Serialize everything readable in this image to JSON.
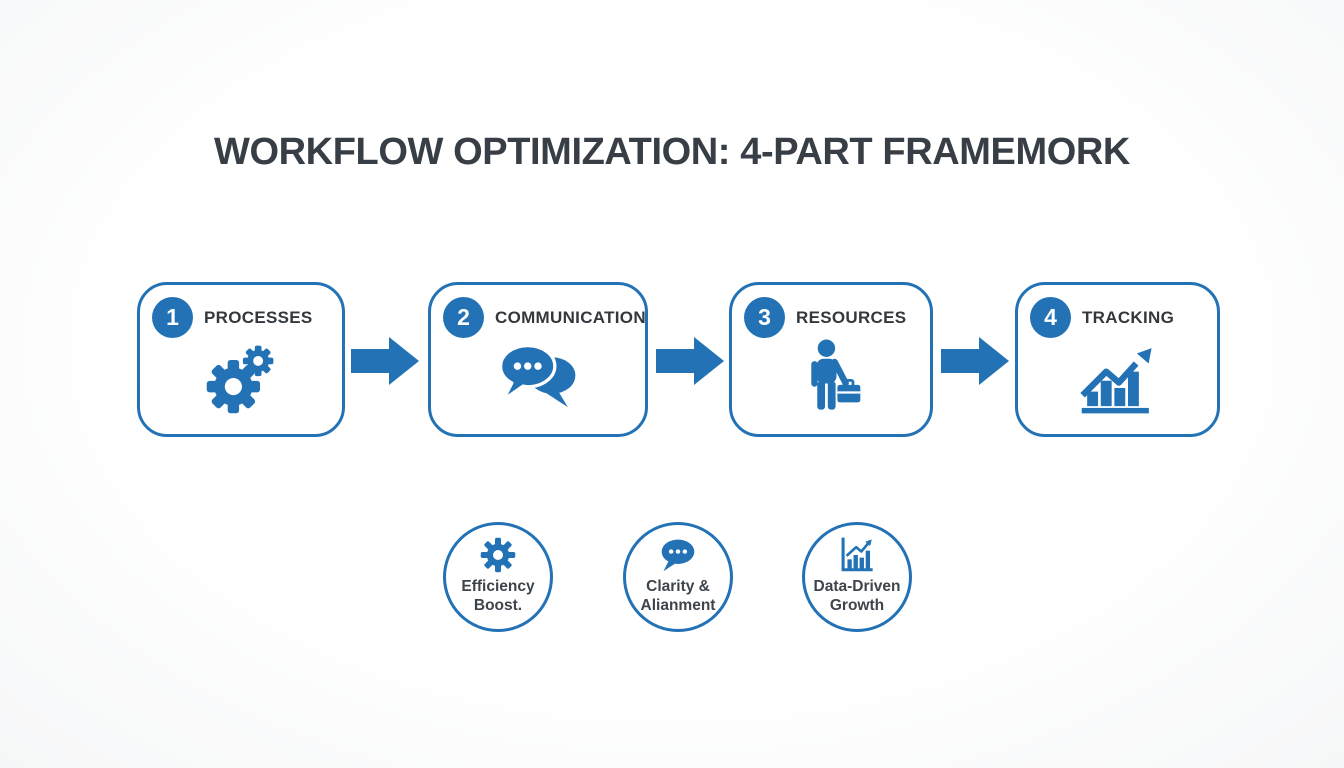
{
  "title": "WORKFLOW OPTIMIZATION: 4-PART FRAMEMORK",
  "colors": {
    "accent": "#2272b5",
    "title_text": "#383e45",
    "label_text": "#33383d",
    "circle_text": "#3e444b",
    "background": "#ffffff"
  },
  "steps": [
    {
      "number": "1",
      "label": "PROCESSES",
      "icon": "gears-icon"
    },
    {
      "number": "2",
      "label": "COMMUNICATION",
      "icon": "chat-bubbles-icon"
    },
    {
      "number": "3",
      "label": "RESOURCES",
      "icon": "person-briefcase-icon"
    },
    {
      "number": "4",
      "label": "TRACKING",
      "icon": "bar-chart-arrow-icon"
    }
  ],
  "connectors": [
    {
      "icon": "arrow-right-icon"
    },
    {
      "icon": "arrow-right-icon"
    },
    {
      "icon": "arrow-right-icon"
    }
  ],
  "benefits": [
    {
      "line1": "Efficiency",
      "line2": "Boost.",
      "icon": "gear-icon"
    },
    {
      "line1": "Clarity &",
      "line2": "Alianment",
      "icon": "chat-bubble-icon"
    },
    {
      "line1": "Data-Driven",
      "line2": "Growth",
      "icon": "growth-chart-icon"
    }
  ]
}
